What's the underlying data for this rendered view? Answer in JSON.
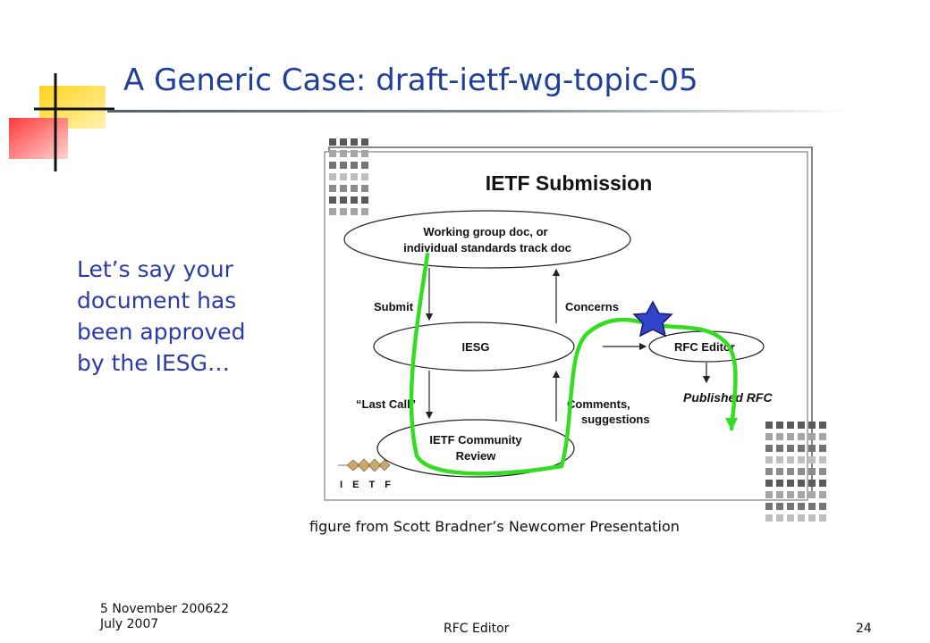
{
  "slide": {
    "title": "A Generic Case: draft-ietf-wg-topic-05",
    "body_lines": [
      "Let’s say your",
      "document has",
      "been approved",
      "by the IESG…"
    ],
    "caption": "figure from Scott Bradner’s Newcomer Presentation"
  },
  "figure": {
    "title": "IETF Submission",
    "nodes": {
      "wg_doc": [
        "Working group doc, or",
        "individual standards track doc"
      ],
      "iesg": "IESG",
      "review": [
        "IETF Community",
        "Review"
      ],
      "rfc_editor": "RFC Editor"
    },
    "edge_labels": {
      "submit": "Submit",
      "concerns": "Concerns",
      "last_call": "“Last Call”",
      "comments": [
        "Comments,",
        "suggestions"
      ],
      "published": "Published RFC"
    },
    "logo_letters": "I E T F",
    "colors": {
      "path": "#33dd22",
      "star": "#3344cc"
    }
  },
  "footer": {
    "date_lines": [
      "5 November 200622",
      "July 2007"
    ],
    "center": "RFC Editor",
    "page": "24"
  },
  "colors": {
    "title": "#1f3f99",
    "body_text": "#2a3aa8"
  }
}
